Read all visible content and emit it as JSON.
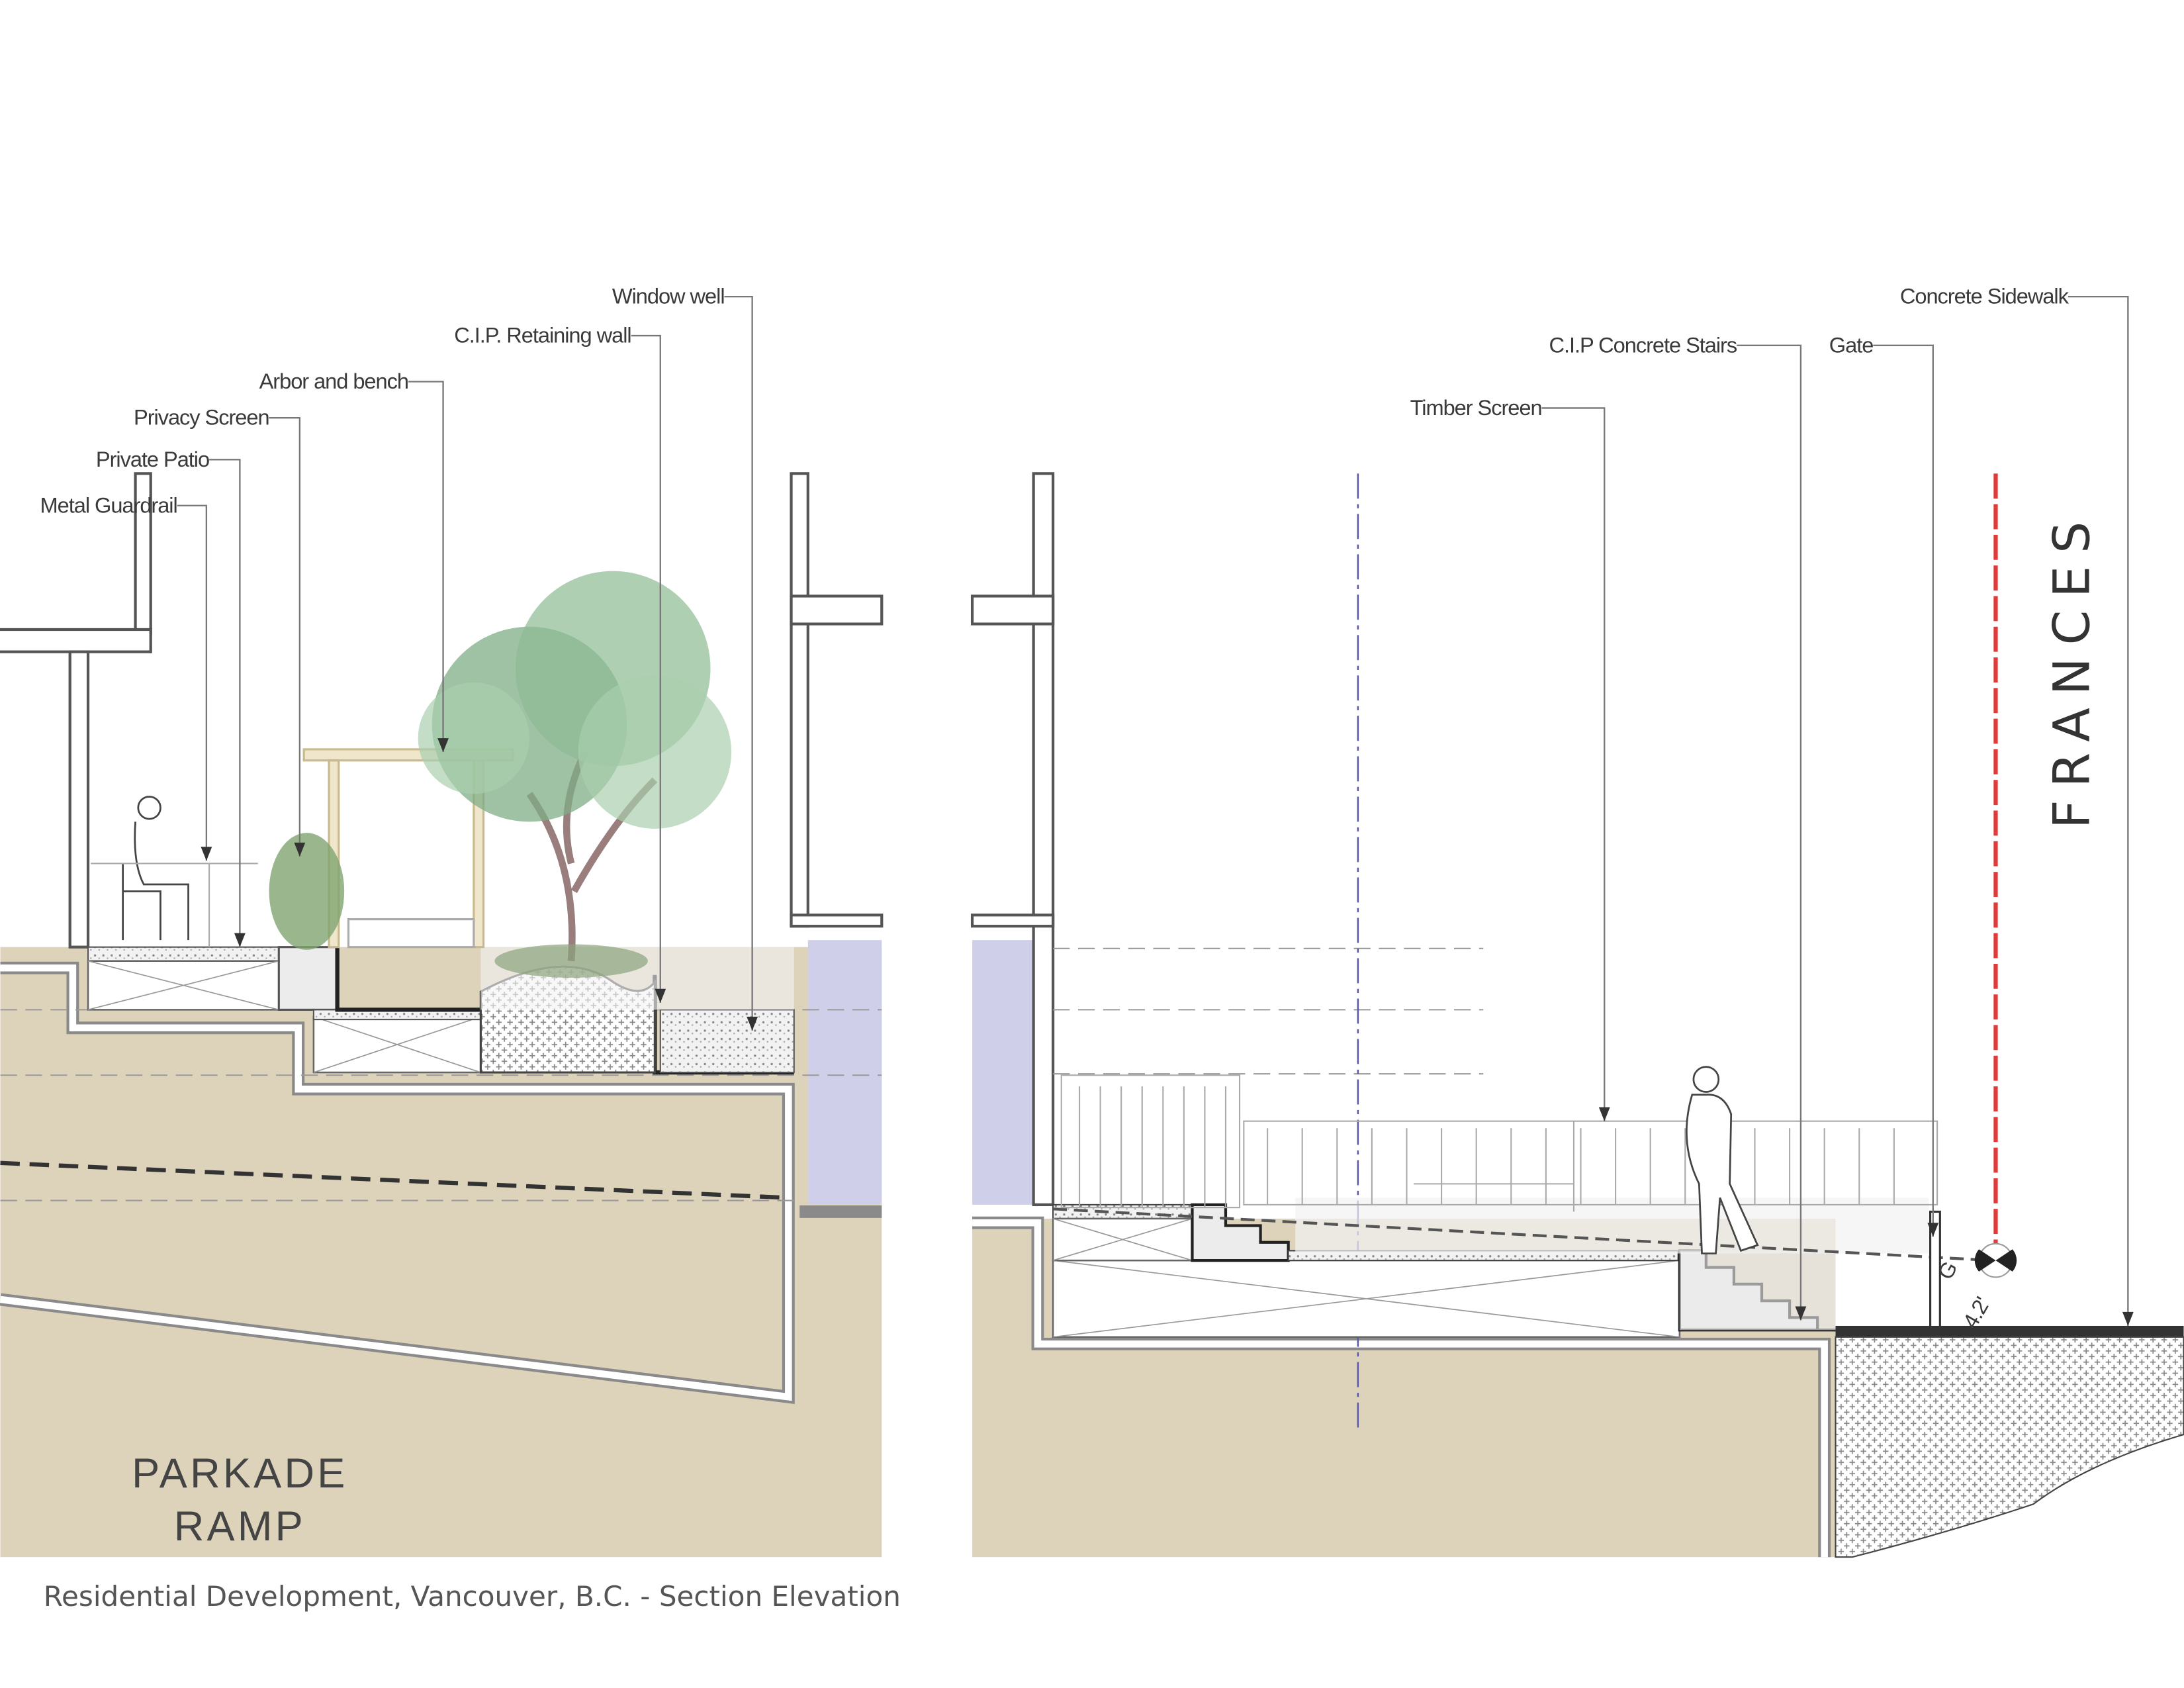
{
  "caption": "Residential Development, Vancouver, B.C. - Section Elevation",
  "left_section": {
    "area_label_line1": "PARKADE",
    "area_label_line2": "RAMP",
    "callouts": [
      "Window well",
      "C.I.P. Retaining wall",
      "Arbor and bench",
      "Privacy Screen",
      "Private Patio",
      "Metal Guardrail"
    ]
  },
  "right_section": {
    "street_label": "FRANCES",
    "callouts": [
      "Timber Screen",
      "C.I.P Concrete Stairs",
      "Gate",
      "Concrete Sidewalk"
    ],
    "marker_letter": "G",
    "marker_dimension": "4.2'"
  },
  "colors": {
    "ground": "#ddd3bb",
    "window_well": "#cfcfea",
    "tree": "#7fae86",
    "property_line": "#e03a3a",
    "axis_line": "#5a5aa8"
  }
}
